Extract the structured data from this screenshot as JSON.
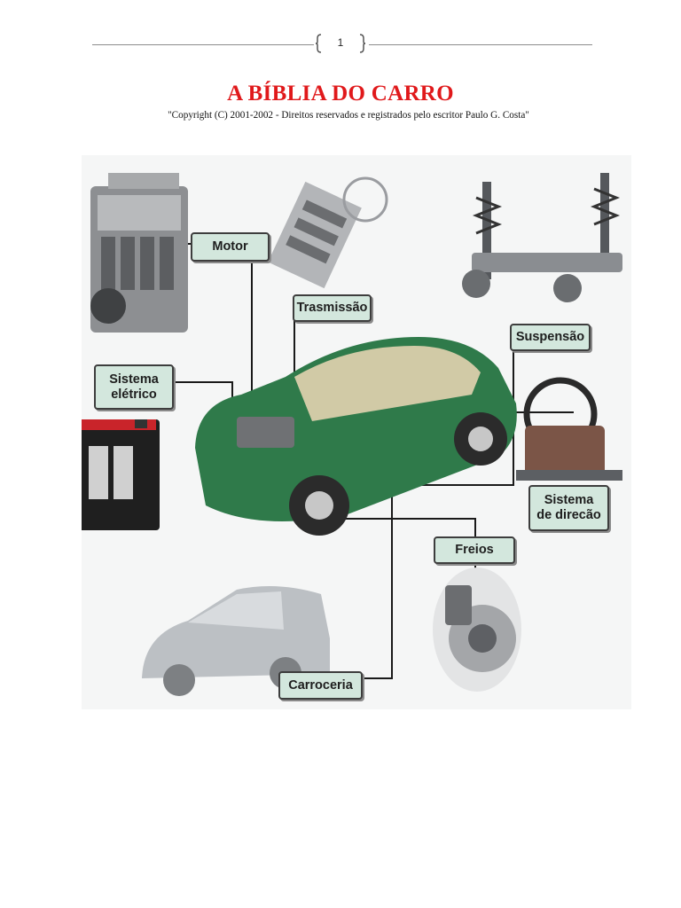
{
  "header": {
    "page_number": "1"
  },
  "document": {
    "title": "A BÍBLIA DO CARRO",
    "copyright": "\"Copyright (C) 2001-2002 - Direitos reservados e registrados pelo escritor Paulo G. Costa\""
  },
  "diagram": {
    "labels": {
      "motor": "Motor",
      "trasmissao": "Trasmissão",
      "suspensao": "Suspensão",
      "sistema_eletrico": "Sistema\nelétrico",
      "sistema_direcao": "Sistema\nde direcão",
      "freios": "Freios",
      "carroceria": "Carroceria"
    }
  },
  "colors": {
    "title": "#e0191b",
    "label_fill": "#d3e7dd",
    "car_body": "#2f7a4a"
  }
}
